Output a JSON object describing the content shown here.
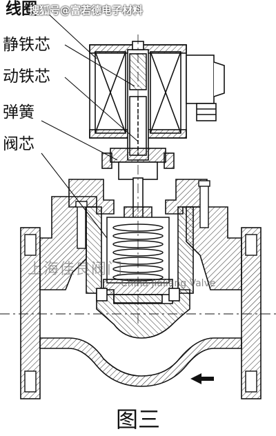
{
  "labels": {
    "coil": "线圈",
    "static_core": "静铁芯",
    "moving_core": "动铁芯",
    "spring": "弹簧",
    "valve_core": "阀芯"
  },
  "watermark_top": "搜狐号@富若德电子材料",
  "watermark_brand_cn": "上海佳良阀门",
  "watermark_brand_en": "China Jialiang Valve",
  "caption": "图三",
  "icons": {
    "flow_arrow": "flow-direction-arrow-left"
  },
  "colors": {
    "line": "#111111",
    "background": "#ffffff",
    "hatch": "#222222"
  }
}
